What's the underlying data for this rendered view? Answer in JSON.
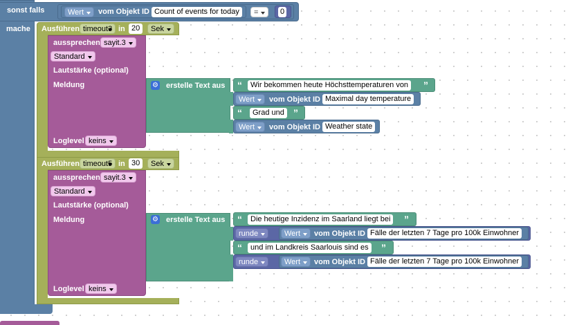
{
  "if_row": {
    "label": "sonst falls",
    "value_dd": "Wert",
    "object_label": "vom Objekt ID",
    "object_id": "Count of events for today",
    "operator": "=",
    "number": "0"
  },
  "do_label": "mache",
  "timeout1": {
    "label": "Ausführen",
    "name": "timeout3",
    "in_label": "in",
    "delay": "20",
    "unit": "Sek",
    "say": {
      "label": "aussprechen",
      "target": "sayit.3",
      "lang": "Standard",
      "volume_label": "Lautstärke (optional)",
      "message_label": "Meldung",
      "loglevel_label": "Loglevel",
      "loglevel": "keins",
      "text_join": {
        "label": "erstelle Text aus",
        "items": [
          {
            "type": "text",
            "text": "Wir bekommen heute Höchsttemperaturen von"
          },
          {
            "type": "value",
            "dd": "Wert",
            "object_label": "vom Objekt ID",
            "object_id": "Maximal day temperature"
          },
          {
            "type": "text",
            "text": "Grad und"
          },
          {
            "type": "value",
            "dd": "Wert",
            "object_label": "vom Objekt ID",
            "object_id": "Weather state"
          }
        ]
      }
    }
  },
  "timeout2": {
    "label": "Ausführen",
    "name": "timeout5",
    "in_label": "in",
    "delay": "30",
    "unit": "Sek",
    "say": {
      "label": "aussprechen",
      "target": "sayit.3",
      "lang": "Standard",
      "volume_label": "Lautstärke (optional)",
      "message_label": "Meldung",
      "loglevel_label": "Loglevel",
      "loglevel": "keins",
      "text_join": {
        "label": "erstelle Text aus",
        "items": [
          {
            "type": "text",
            "text": "Die heutige Inzidenz im Saarland liegt bei"
          },
          {
            "type": "round",
            "round": "runde",
            "dd": "Wert",
            "object_label": "vom Objekt ID",
            "object_id": "Fälle der letzten 7 Tage pro 100k Einwohner"
          },
          {
            "type": "text",
            "text": "und im Landkreis Saarlouis sind es"
          },
          {
            "type": "round",
            "round": "runde",
            "dd": "Wert",
            "object_label": "vom Objekt ID",
            "object_id": "Fälle der letzten 7 Tage pro 100k Einwohner"
          }
        ]
      }
    }
  },
  "colors": {
    "logic": "#5b80a5",
    "timeout": "#a5b05a",
    "sayit": "#a55b99",
    "text": "#5ba58c",
    "math": "#5b67a5"
  }
}
